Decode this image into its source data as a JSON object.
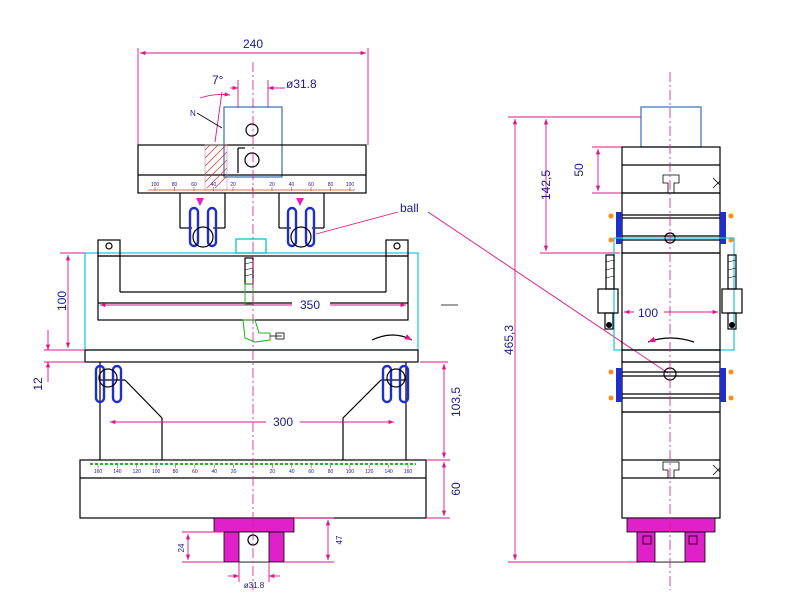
{
  "dimensions": {
    "top_width": "240",
    "angle": "7°",
    "top_diameter": "ø31.8",
    "normal_label": "N",
    "ball_label": "ball",
    "height_100": "100",
    "span_350": "350",
    "thickness_12": "12",
    "span_300": "300",
    "height_103_5": "103,5",
    "height_60": "60",
    "height_24": "24",
    "height_47": "47",
    "bottom_diameter": "ø31.8",
    "side_50": "50",
    "side_142_5": "142,5",
    "side_465_3": "465,3",
    "side_100": "100"
  },
  "top_scale_labels": [
    "100",
    "80",
    "60",
    "40",
    "20",
    "",
    "20",
    "40",
    "60",
    "80",
    "100"
  ],
  "bottom_scale_labels": [
    "160",
    "140",
    "120",
    "100",
    "80",
    "60",
    "40",
    "20",
    "",
    "20",
    "40",
    "60",
    "80",
    "100",
    "120",
    "140",
    "160"
  ],
  "colors": {
    "dimension": "#e0148c",
    "cyan_frame": "#19c6d8",
    "roller_blue": "#1f2fc8",
    "fixture_magenta": "#e020c8",
    "marker_orange": "#ff8a1a",
    "gauge_green": "#2ab42a",
    "text": "#1a1a8c"
  }
}
